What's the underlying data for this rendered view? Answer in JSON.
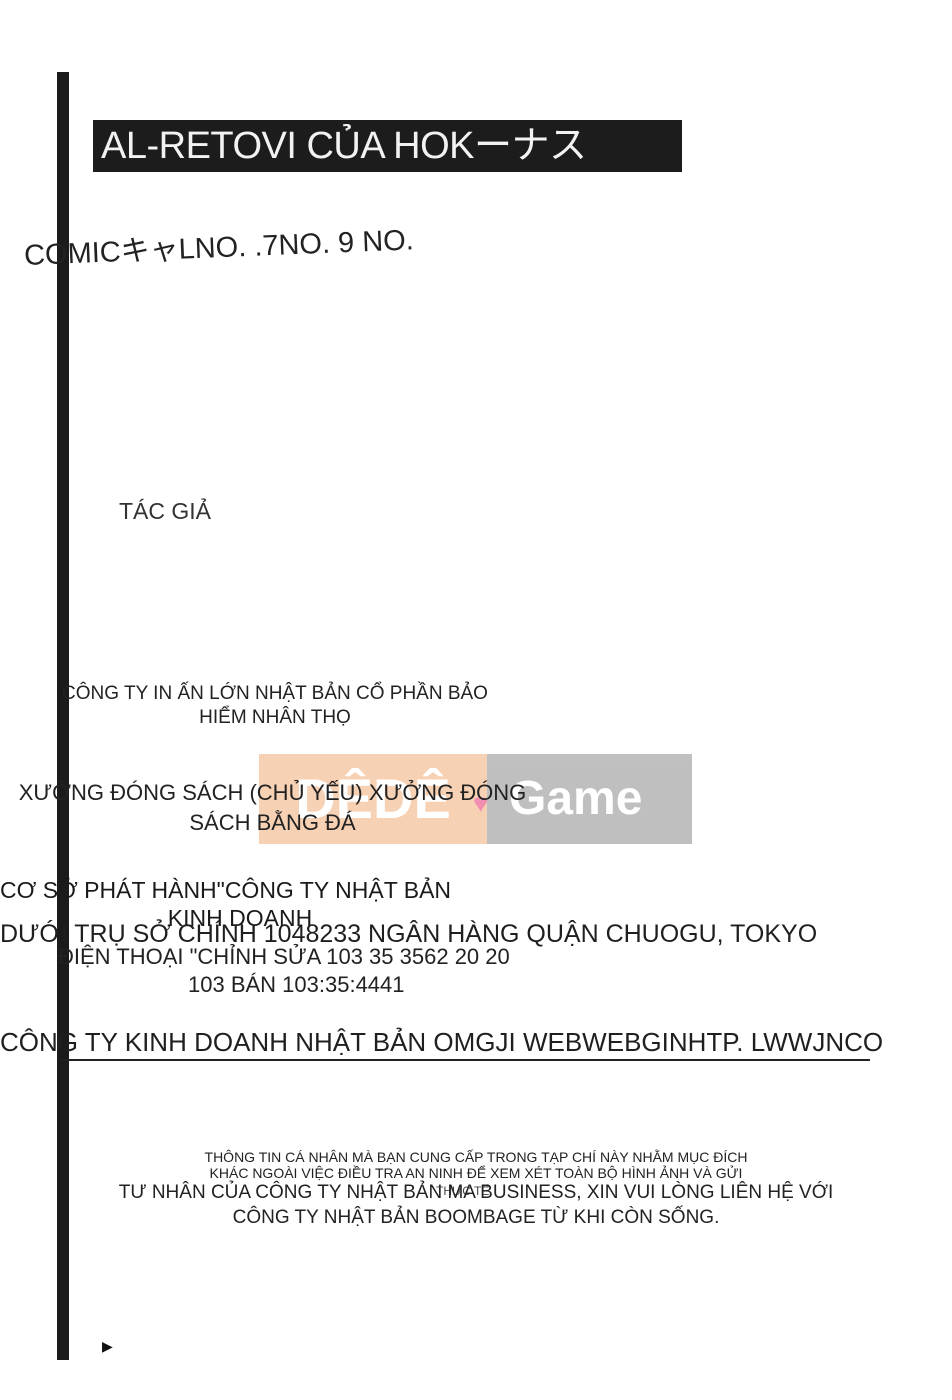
{
  "title": "AL-RETOVI CỦA HOKーナス",
  "issue_line": "COMICキャLNO. .7NO. 9 NO.",
  "author_label": "TÁC GIẢ",
  "printer": {
    "line1": "CÔNG TY IN ẤN LỚN NHẬT BẢN CỔ PHẦN BẢO",
    "line2": "HIỂM NHÂN THỌ"
  },
  "bindery": {
    "line1": "XƯỞNG ĐÓNG SÁCH (CHỦ YẾU) XƯỞNG ĐÓNG",
    "line2": "SÁCH BẰNG ĐÁ"
  },
  "watermark": {
    "left_text": "DÊDÊ",
    "right_text": "Game",
    "heart_icon": "heart-icon",
    "left_color": "#f6c9a8",
    "right_color": "#b9b9b9"
  },
  "publisher": {
    "line1": "CƠ SỞ PHÁT HÀNH\"CÔNG TY NHẬT BẢN",
    "line2": "KINH DOANH"
  },
  "address": "DƯỚI TRỤ SỞ CHÍNH 1048233 NGÂN HÀNG QUẬN CHUOGU, TOKYO",
  "phone": "ĐIỆN THOẠI \"CHỈNH SỬA 103 35 3562 20 20",
  "fax": "103 BÁN 103:35:4441",
  "website": "CÔNG TY KINH DOANH NHẬT BẢN OMGJI WEBWEBGINHTP. LWWJNCO",
  "privacy": {
    "small_line1": "THÔNG TIN CÁ NHÂN MÀ BẠN CUNG CẤP TRONG TẠP CHÍ NÀY NHẰM MỤC ĐÍCH",
    "small_line2": "KHÁC NGOÀI VIỆC ĐIỀU TRA AN NINH ĐỂ XEM XÉT TOÀN BỘ HÌNH ẢNH VÀ GỬI",
    "overlap": "THỰC TẾ",
    "large_line1": "TƯ NHÂN CỦA CÔNG TY NHẬT BẢN MA BUSINESS, XIN VUI LÒNG LIÊN HỆ VỚI",
    "large_line2": "CÔNG TY NHẬT BẢN BOOMBAGE TỪ KHI CÒN SỐNG."
  },
  "corner_mark": "▶"
}
